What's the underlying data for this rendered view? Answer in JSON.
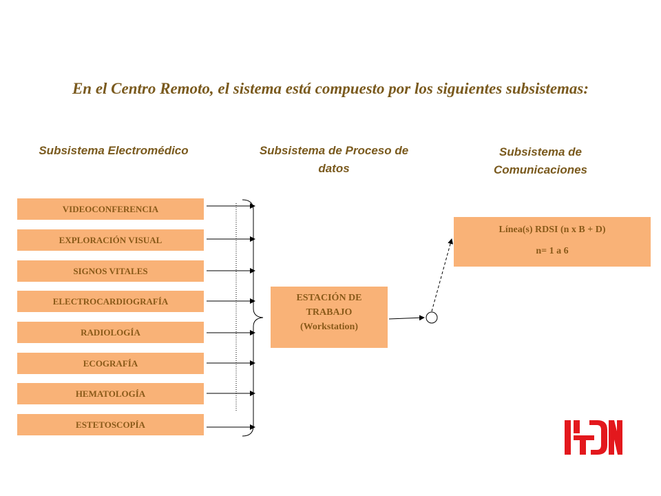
{
  "title": "En el Centro Remoto, el sistema está compuesto por los siguientes subsistemas:",
  "headings": {
    "electromedico": "Subsistema Electromédico",
    "proceso_line1": "Subsistema de Proceso de",
    "proceso_line2": "datos",
    "comunicaciones_line1": "Subsistema de",
    "comunicaciones_line2": "Comunicaciones"
  },
  "items": [
    "VIDEOCONFERENCIA",
    "EXPLORACIÓN  VISUAL",
    "SIGNOS  VITALES",
    "ELECTROCARDIOGRAFÍA",
    "RADIOLOGÍA",
    "ECOGRAFÍA",
    "HEMATOLOGÍA",
    "ESTETOSCOPÍA"
  ],
  "workstation": {
    "line1": "ESTACIÓN DE",
    "line2": "TRABAJO",
    "line3": "(Workstation)"
  },
  "comunicaciones": {
    "line1": "Línea(s) RDSI (n x B + D)",
    "line2": "n= 1 a 6"
  },
  "colors": {
    "box_fill": "#f9b277",
    "text": "#7a5a1e",
    "logo": "#e3181d"
  }
}
